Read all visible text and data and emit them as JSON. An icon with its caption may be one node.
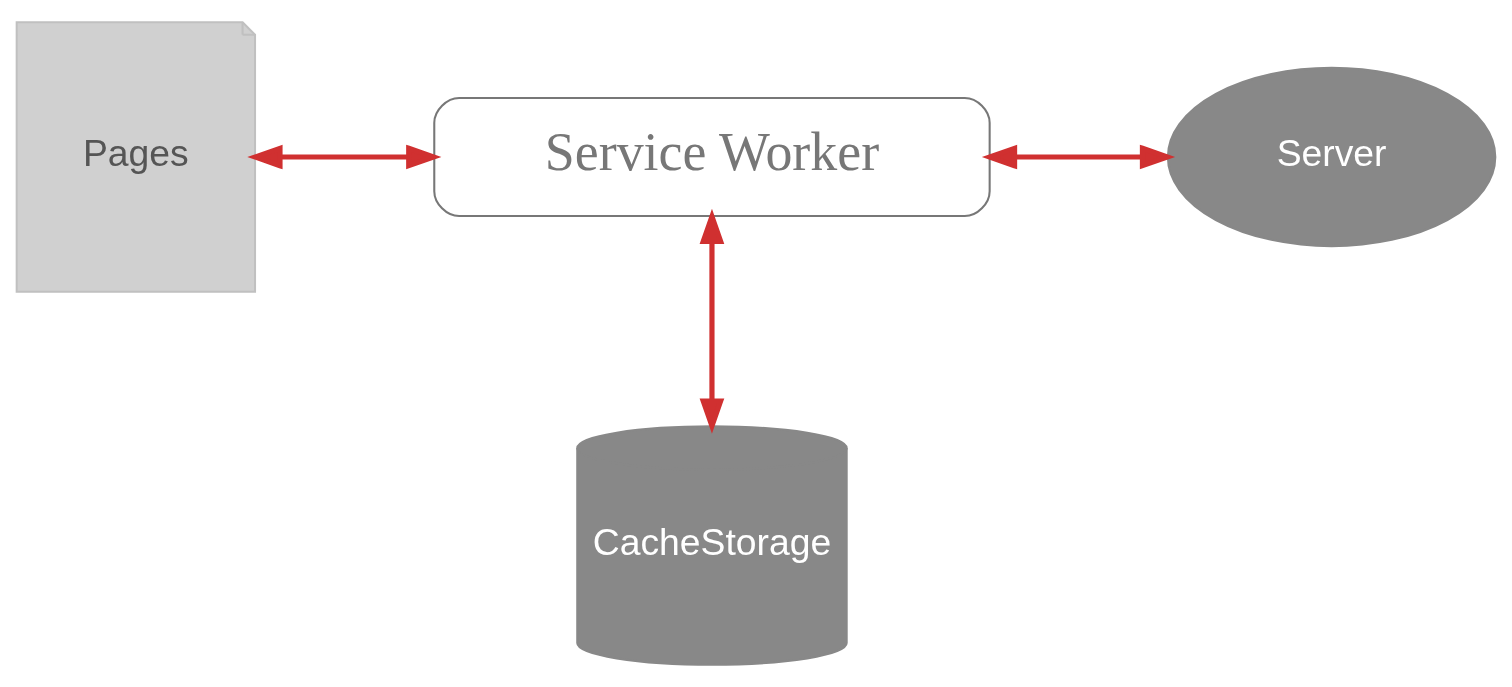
{
  "diagram": {
    "nodes": [
      {
        "text": [
          "Pages"
        ]
      },
      {
        "text": [
          "Service Worker"
        ]
      },
      {
        "text": [
          "Server"
        ]
      },
      {
        "text": [
          "CacheStorage"
        ]
      }
    ],
    "edges": [
      {
        "from": 0,
        "to": 1,
        "arrow": "both"
      },
      {
        "from": 1,
        "to": 2,
        "arrow": "both"
      },
      {
        "from": 1,
        "to": 3,
        "arrow": "both"
      }
    ]
  }
}
